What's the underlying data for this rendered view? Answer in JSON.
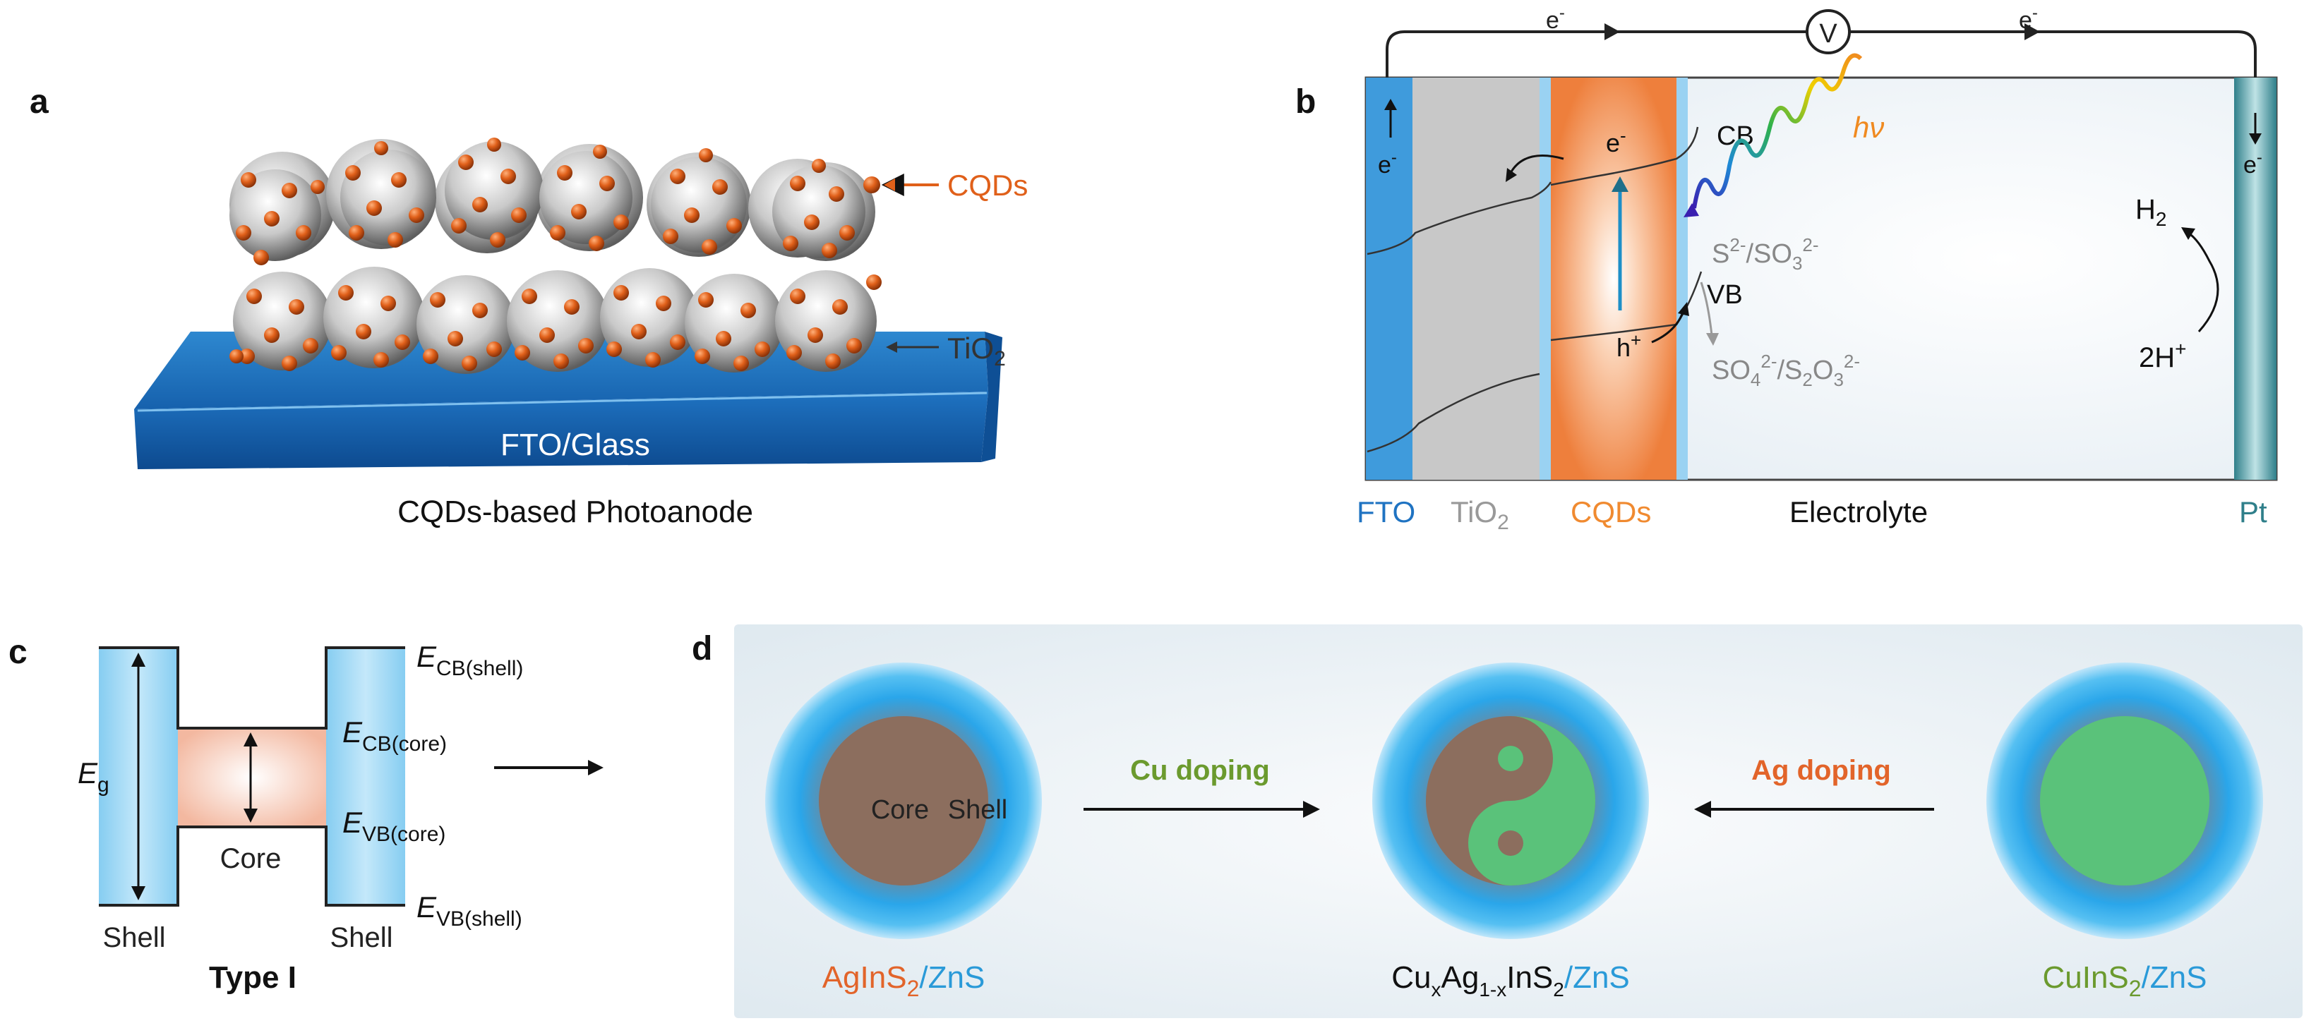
{
  "panel_a": {
    "letter": "a",
    "cqds_label": "CQDs",
    "tio2_label": "TiO",
    "tio2_sub": "2",
    "substrate_label": "FTO/Glass",
    "caption": "CQDs-based Photoanode"
  },
  "panel_b": {
    "letter": "b",
    "e_minus": "e",
    "minus": "-",
    "voltmeter": "V",
    "cb": "CB",
    "vb": "VB",
    "hv": "hν",
    "h_plus": "h",
    "plus": "+",
    "sulfide": "S",
    "sulfide_sup": "2-",
    "sulfite": "/SO",
    "sulfite_sub": "3",
    "sulfite_sup": "2-",
    "sulfate": "SO",
    "sulfate_sub": "4",
    "sulfate_sup": "2-",
    "thio": "/S",
    "thio_sub1": "2",
    "thio_o": "O",
    "thio_sub2": "3",
    "thio_sup": "2-",
    "h2": "H",
    "h2_sub": "2",
    "two_h_plus": "2H",
    "layers": {
      "fto": "FTO",
      "tio2": "TiO",
      "tio2_sub": "2",
      "cqds": "CQDs",
      "electrolyte": "Electrolyte",
      "pt": "Pt"
    },
    "colors": {
      "fto": "#3f9bdc",
      "tio2": "#c8c8c8",
      "cqds": "#f08a4b",
      "pt": "#3e8e98"
    }
  },
  "panel_c": {
    "letter": "c",
    "e_symbol": "E",
    "ecb_shell_sub": "CB(shell)",
    "ecb_core_sub": "CB(core)",
    "evb_core_sub": "VB(core)",
    "evb_shell_sub": "VB(shell)",
    "eg_sub": "g",
    "core": "Core",
    "shell_left": "Shell",
    "shell_right": "Shell",
    "type": "Type I"
  },
  "panel_d": {
    "letter": "d",
    "core_label": "Core",
    "shell_label": "Shell",
    "cu_doping": "Cu doping",
    "ag_doping": "Ag doping",
    "left_formula": {
      "p1": "AgInS",
      "sub": "2",
      "p2": "/ZnS"
    },
    "mid_formula": {
      "cu": "Cu",
      "x": "x",
      "ag": "Ag",
      "one_minus_x": "1-x",
      "ins": "InS",
      "sub": "2",
      "zns": "/ZnS"
    },
    "right_formula": {
      "p1": "CuInS",
      "sub": "2",
      "p2": "/ZnS"
    },
    "colors": {
      "shell": "#3bb4ea",
      "core_brown": "#8c6e5e",
      "core_green": "#5ac27a",
      "cu_text": "#6b9a2e",
      "ag_text": "#e2642a"
    }
  }
}
